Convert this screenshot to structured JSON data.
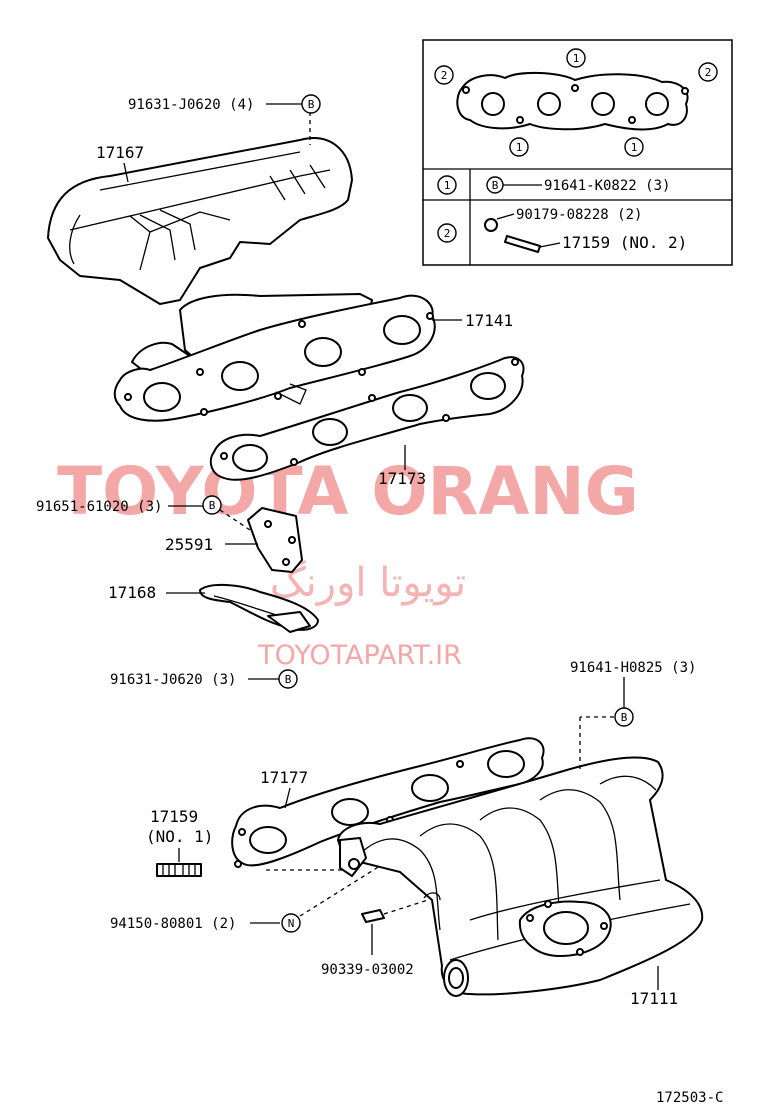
{
  "watermark": {
    "brand": "TOYOTA ORANG",
    "brand_fa": "تویوتا اورنگ",
    "site": "TOYOTAPART.IR"
  },
  "inset": {
    "rows": [
      {
        "ref": "1",
        "items": [
          {
            "ref": "B",
            "part": "91641-K0822 (3)"
          }
        ]
      },
      {
        "ref": "2",
        "items": [
          {
            "part": "90179-08228 (2)"
          },
          {
            "part": "17159 (NO. 2)"
          }
        ]
      }
    ],
    "callouts": [
      "1",
      "1",
      "1",
      "2",
      "2"
    ]
  },
  "labels": {
    "p91631_top": "91631-J0620 (4)",
    "p17167": "17167",
    "p17141": "17141",
    "p17173": "17173",
    "p91651": "91651-61020 (3)",
    "p25591": "25591",
    "p17168": "17168",
    "p91631_bot": "91631-J0620 (3)",
    "p91641_h": "91641-H0825 (3)",
    "p17177": "17177",
    "p17159": "17159",
    "p17159_sub": "(NO. 1)",
    "p94150": "94150-80801 (2)",
    "p90339": "90339-03002",
    "p17111": "17111"
  },
  "refs": {
    "b": "B",
    "n": "N"
  },
  "diagram_code": "172503-C"
}
